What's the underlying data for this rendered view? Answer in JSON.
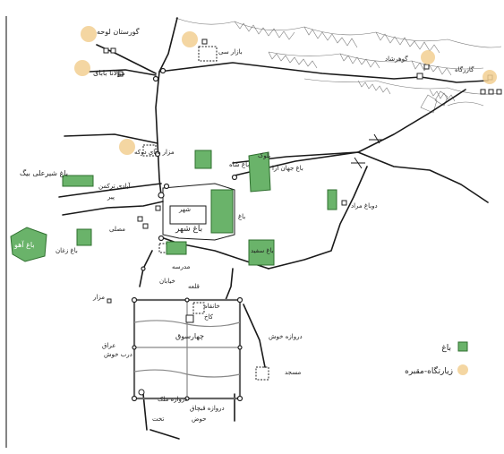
{
  "legend": {
    "garden": {
      "label": "باغ",
      "color": "#6ab36a"
    },
    "shrine": {
      "label": "زیارتگاه-مقبره",
      "color": "#f2cf92"
    }
  },
  "labels": {
    "n1": "گورستان لوحه",
    "n2": "مولانا بابای",
    "n3": "بازار سی",
    "n4": "گازرگاه",
    "n5": "باغ شیرعلی بیگ",
    "n6": "آبادی ترکمن",
    "n7": "مزار بابای دوکه",
    "n8": "پیر",
    "n9": "باغ زغان",
    "n10": "باغ آهو",
    "n11": "باغ",
    "n12": "باغ شهر",
    "n13": "باغ سفید",
    "n14": "دوباغ مراد",
    "n15": "باغ شاه",
    "n16": "باغ جهان آرا",
    "n17": "مصلی",
    "n18": "مدرسه",
    "n19": "مسجد",
    "n20": "چهارسوق",
    "n21": "قلعه",
    "n22": "مزار",
    "n23": "عراق",
    "n24": "دروازه ملک",
    "n25": "دروازه قبچاق",
    "n26": "دروازه خوش",
    "n27": "خانقاه",
    "n28": "تخت",
    "n29": "حوض",
    "n30": "شهر",
    "n31": "کاخ",
    "n32": "درب خوش",
    "n33": "خیابان",
    "n34": "بلوک",
    "n35": "گوهرشاد"
  }
}
